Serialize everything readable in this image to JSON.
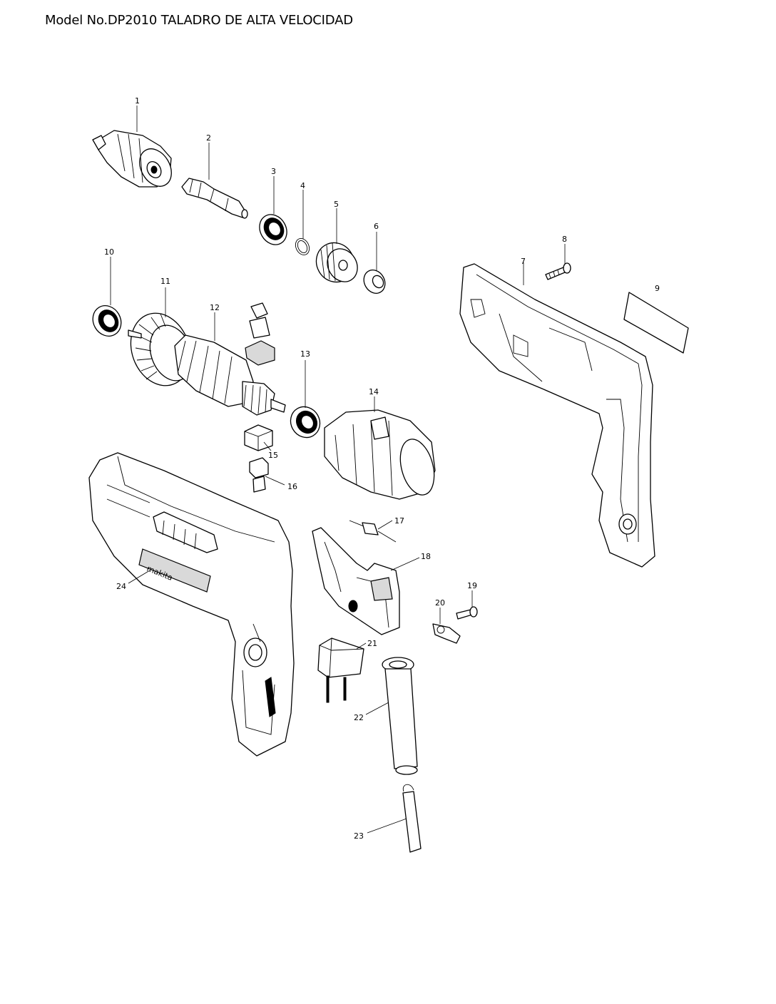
{
  "header": {
    "title": "Model No.DP2010 TALADRO DE ALTA VELOCIDAD"
  },
  "parts": [
    {
      "no": "1"
    },
    {
      "no": "2"
    },
    {
      "no": "3"
    },
    {
      "no": "4"
    },
    {
      "no": "5"
    },
    {
      "no": "6"
    },
    {
      "no": "7"
    },
    {
      "no": "8"
    },
    {
      "no": "9"
    },
    {
      "no": "10"
    },
    {
      "no": "11"
    },
    {
      "no": "12"
    },
    {
      "no": "13"
    },
    {
      "no": "14"
    },
    {
      "no": "15"
    },
    {
      "no": "16"
    },
    {
      "no": "17"
    },
    {
      "no": "18"
    },
    {
      "no": "19"
    },
    {
      "no": "20"
    },
    {
      "no": "21"
    },
    {
      "no": "22"
    },
    {
      "no": "23"
    },
    {
      "no": "24"
    }
  ],
  "housing_brand_text": "makita"
}
